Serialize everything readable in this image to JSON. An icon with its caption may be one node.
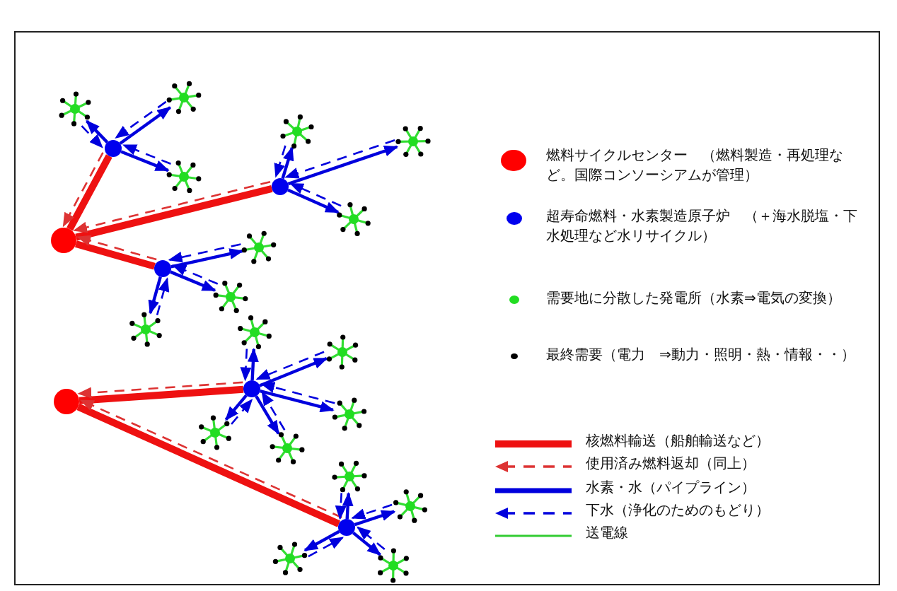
{
  "diagram": {
    "nodes": [
      {
        "text": [],
        "shape": "circle"
      },
      {
        "text": [],
        "shape": "circle"
      },
      {
        "text": [],
        "shape": "circle"
      },
      {
        "text": [],
        "shape": "circle"
      },
      {
        "text": [],
        "shape": "circle"
      },
      {
        "text": [],
        "shape": "circle"
      },
      {
        "text": [],
        "shape": "circle"
      },
      {
        "text": [],
        "shape": "circle"
      },
      {
        "text": [],
        "shape": "circle"
      },
      {
        "text": [],
        "shape": "circle"
      },
      {
        "text": [],
        "shape": "circle"
      },
      {
        "text": [],
        "shape": "circle"
      },
      {
        "text": [],
        "shape": "circle"
      },
      {
        "text": [],
        "shape": "circle"
      },
      {
        "text": [],
        "shape": "circle"
      },
      {
        "text": [],
        "shape": "circle"
      },
      {
        "text": [],
        "shape": "circle"
      },
      {
        "text": [],
        "shape": "circle"
      },
      {
        "text": [],
        "shape": "circle"
      },
      {
        "text": [],
        "shape": "circle"
      },
      {
        "text": [],
        "shape": "circle"
      },
      {
        "text": [],
        "shape": "circle"
      },
      {
        "text": [],
        "shape": "circle"
      },
      {
        "text": [],
        "shape": "circle"
      },
      {
        "text": [],
        "shape": "circle"
      }
    ],
    "edges": [
      {
        "from": 0,
        "to": 1,
        "arrow": "none",
        "style": "thick",
        "color": "#ee1111"
      },
      {
        "from": 1,
        "to": 0,
        "arrow": "to",
        "style": "dashed",
        "color": "#dd3333"
      },
      {
        "from": 0,
        "to": 5,
        "arrow": "none",
        "style": "thick",
        "color": "#ee1111"
      },
      {
        "from": 5,
        "to": 0,
        "arrow": "to",
        "style": "dashed",
        "color": "#dd3333"
      },
      {
        "from": 0,
        "to": 9,
        "arrow": "none",
        "style": "thick",
        "color": "#ee1111"
      },
      {
        "from": 9,
        "to": 0,
        "arrow": "to",
        "style": "dashed",
        "color": "#dd3333"
      },
      {
        "from": 13,
        "to": 14,
        "arrow": "none",
        "style": "thick",
        "color": "#ee1111"
      },
      {
        "from": 14,
        "to": 13,
        "arrow": "to",
        "style": "dashed",
        "color": "#dd3333"
      },
      {
        "from": 13,
        "to": 20,
        "arrow": "none",
        "style": "thick",
        "color": "#ee1111"
      },
      {
        "from": 20,
        "to": 13,
        "arrow": "to",
        "style": "dashed",
        "color": "#dd3333"
      },
      {
        "from": 1,
        "to": 2,
        "arrow": "to"
      },
      {
        "from": 2,
        "to": 1,
        "arrow": "to",
        "style": "dashed"
      },
      {
        "from": 1,
        "to": 3,
        "arrow": "to"
      },
      {
        "from": 3,
        "to": 1,
        "arrow": "to",
        "style": "dashed"
      },
      {
        "from": 1,
        "to": 4,
        "arrow": "to"
      },
      {
        "from": 4,
        "to": 1,
        "arrow": "to",
        "style": "dashed"
      },
      {
        "from": 5,
        "to": 6,
        "arrow": "to"
      },
      {
        "from": 6,
        "to": 5,
        "arrow": "to",
        "style": "dashed"
      },
      {
        "from": 5,
        "to": 7,
        "arrow": "to"
      },
      {
        "from": 7,
        "to": 5,
        "arrow": "to",
        "style": "dashed"
      },
      {
        "from": 5,
        "to": 8,
        "arrow": "to"
      },
      {
        "from": 8,
        "to": 5,
        "arrow": "to",
        "style": "dashed"
      },
      {
        "from": 9,
        "to": 10,
        "arrow": "to"
      },
      {
        "from": 10,
        "to": 9,
        "arrow": "to",
        "style": "dashed"
      },
      {
        "from": 9,
        "to": 11,
        "arrow": "to"
      },
      {
        "from": 11,
        "to": 9,
        "arrow": "to",
        "style": "dashed"
      },
      {
        "from": 9,
        "to": 12,
        "arrow": "to"
      },
      {
        "from": 12,
        "to": 9,
        "arrow": "to",
        "style": "dashed"
      },
      {
        "from": 14,
        "to": 15,
        "arrow": "to"
      },
      {
        "from": 15,
        "to": 14,
        "arrow": "to",
        "style": "dashed"
      },
      {
        "from": 14,
        "to": 16,
        "arrow": "to"
      },
      {
        "from": 16,
        "to": 14,
        "arrow": "to",
        "style": "dashed"
      },
      {
        "from": 14,
        "to": 17,
        "arrow": "to"
      },
      {
        "from": 17,
        "to": 14,
        "arrow": "to",
        "style": "dashed"
      },
      {
        "from": 14,
        "to": 18,
        "arrow": "to"
      },
      {
        "from": 18,
        "to": 14,
        "arrow": "to",
        "style": "dashed"
      },
      {
        "from": 14,
        "to": 19,
        "arrow": "to"
      },
      {
        "from": 19,
        "to": 14,
        "arrow": "to",
        "style": "dashed"
      },
      {
        "from": 20,
        "to": 21,
        "arrow": "to"
      },
      {
        "from": 21,
        "to": 20,
        "arrow": "to",
        "style": "dashed"
      },
      {
        "from": 20,
        "to": 22,
        "arrow": "to"
      },
      {
        "from": 22,
        "to": 20,
        "arrow": "to",
        "style": "dashed"
      },
      {
        "from": 20,
        "to": 23,
        "arrow": "to"
      },
      {
        "from": 23,
        "to": 20,
        "arrow": "to",
        "style": "dashed"
      },
      {
        "from": 20,
        "to": 24,
        "arrow": "to"
      },
      {
        "from": 24,
        "to": 20,
        "arrow": "to",
        "style": "dashed"
      }
    ],
    "legend": [
      {
        "text": "燃料サイクルセンター　（燃料製造・再処理など。国際コンソーシアムが管理）",
        "color": "#ff0000"
      },
      {
        "text": "超寿命燃料・水素製造原子炉　（＋海水脱塩・下水処理など水リサイクル）",
        "color": "#0000ee"
      },
      {
        "text": "需要地に分散した発電所（水素⇒電気の変換）",
        "color": "#22dd22"
      },
      {
        "text": "最終需要（電力　⇒動力・照明・熱・情報・・）",
        "color": "#000000"
      },
      {
        "text": "核燃料輸送（船舶輸送など）"
      },
      {
        "text": "使用済み燃料返却（同上）"
      },
      {
        "text": "水素・水（パイプライン）"
      },
      {
        "text": "下水（浄化のためのもどり）"
      },
      {
        "text": "送電線"
      }
    ]
  }
}
